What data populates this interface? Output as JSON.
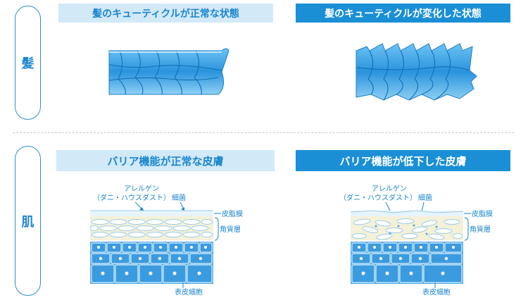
{
  "side_labels": {
    "hair": "髪",
    "skin": "肌"
  },
  "headers": {
    "hair_normal": "髪のキューティクルが正常な状態",
    "hair_changed": "髪のキューティクルが変化した状態",
    "skin_normal": "バリア機能が正常な皮膚",
    "skin_reduced": "バリア機能が低下した皮膚"
  },
  "skin_labels": {
    "allergen_line1": "アレルゲン",
    "allergen_line2": "（ダニ・ハウスダスト）",
    "bacteria": "細菌",
    "sebum": "皮脂膜",
    "stratum_corneum": "角質層",
    "epidermal_cells": "表皮細胞"
  },
  "colors": {
    "accent": "#1a8fd6",
    "light_header": "#d2e9f7",
    "cell_blue": "#3b9be0",
    "pale_blue": "#cde6f7"
  }
}
